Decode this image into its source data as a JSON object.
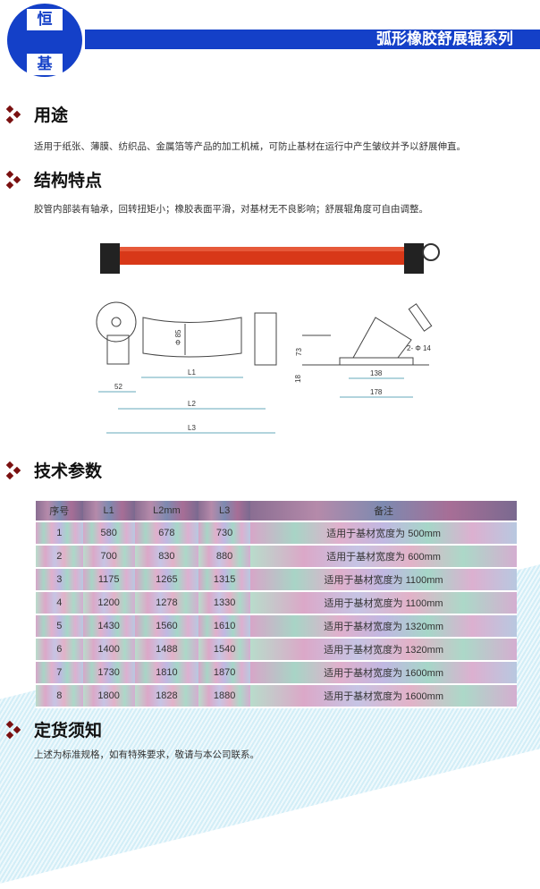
{
  "logo": {
    "top_char": "恒",
    "bottom_char": "基"
  },
  "header": {
    "title": "弧形橡胶舒展辊系列"
  },
  "sections": {
    "usage": {
      "title": "用途",
      "text": "适用于纸张、薄膜、纺织品、金属箔等产品的加工机械，可防止基材在运行中产生皱纹并予以舒展伸直。"
    },
    "features": {
      "title": "结构特点",
      "text": "胶管内部装有轴承，回转扭矩小；橡胶表面平滑，对基材无不良影响；舒展辊角度可自由调整。"
    },
    "params": {
      "title": "技术参数"
    },
    "order": {
      "title": "定货须知",
      "text": "上述为标准规格，如有特殊要求，敬请与本公司联系。"
    }
  },
  "drawing": {
    "front": {
      "dia": "Φ 85",
      "l1": "L1",
      "l2": "L2",
      "l3": "L3",
      "d52": "52"
    },
    "side": {
      "h73": "73",
      "h18": "18",
      "w138": "138",
      "w178": "178",
      "holes": "2- Φ 14"
    }
  },
  "table": {
    "headers": [
      "序号",
      "L1",
      "L2mm",
      "L3",
      "备注"
    ],
    "rows": [
      [
        "1",
        "580",
        "678",
        "730",
        "适用于基材宽度为 500mm"
      ],
      [
        "2",
        "700",
        "830",
        "880",
        "适用于基材宽度为 600mm"
      ],
      [
        "3",
        "1175",
        "1265",
        "1315",
        "适用于基材宽度为 1100mm"
      ],
      [
        "4",
        "1200",
        "1278",
        "1330",
        "适用于基材宽度为 1100mm"
      ],
      [
        "5",
        "1430",
        "1560",
        "1610",
        "适用于基材宽度为 1320mm"
      ],
      [
        "6",
        "1400",
        "1488",
        "1540",
        "适用于基材宽度为 1320mm"
      ],
      [
        "7",
        "1730",
        "1810",
        "1870",
        "适用于基材宽度为 1600mm"
      ],
      [
        "8",
        "1800",
        "1828",
        "1880",
        "适用于基材宽度为 1600mm"
      ]
    ]
  },
  "colors": {
    "brand": "#1440c8",
    "bullet": "#7a1010",
    "roller": "#d83818"
  }
}
